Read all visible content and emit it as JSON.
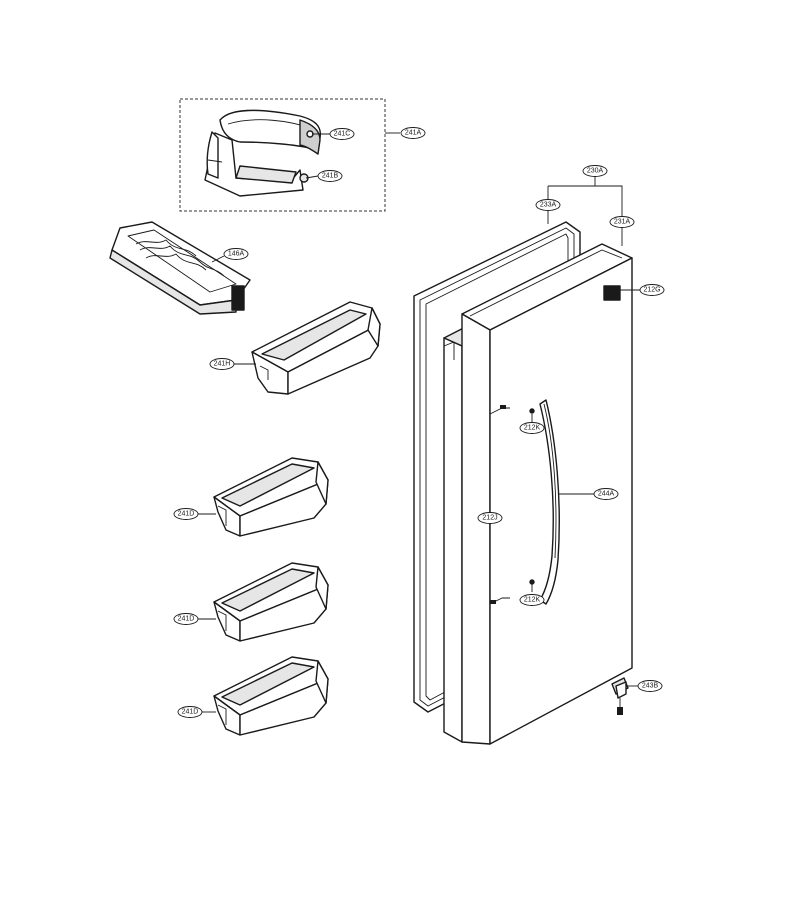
{
  "callouts": {
    "c241C": "241C",
    "c241B": "241B",
    "c241A": "241A",
    "c146A": "146A",
    "c241H": "241H",
    "c241D_1": "241D",
    "c241D_2": "241D",
    "c241D_3": "241D",
    "c230A": "230A",
    "c233A": "233A",
    "c231A": "231A",
    "c212G": "212G",
    "c212K_1": "212K",
    "c244A": "244A",
    "c212J": "212J",
    "c212K_2": "212K",
    "c243B": "243B"
  },
  "colors": {
    "line": "#1a1a1a",
    "background": "#ffffff",
    "shade": "#e6e6e6"
  }
}
